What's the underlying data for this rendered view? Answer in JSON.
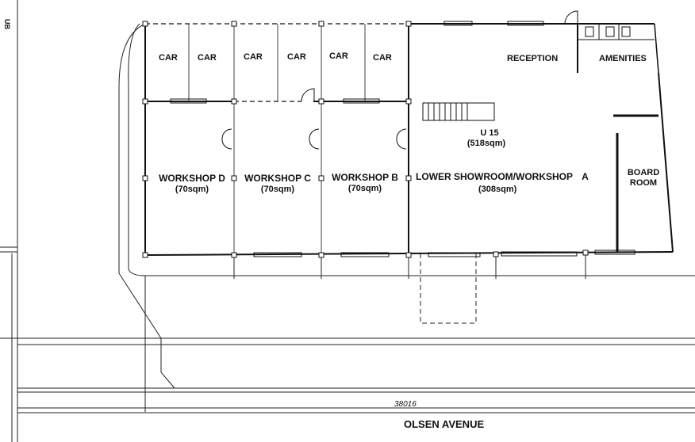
{
  "diagram": {
    "cars": [
      "CAR",
      "CAR",
      "CAR",
      "CAR",
      "CAR",
      "CAR"
    ],
    "reception": "RECEPTION",
    "amenities": "AMENITIES",
    "unit": {
      "name": "U 15",
      "area": "(518sqm)"
    },
    "workshops": [
      {
        "name": "WORKSHOP D",
        "area": "(70sqm)"
      },
      {
        "name": "WORKSHOP C",
        "area": "(70sqm)"
      },
      {
        "name": "WORKSHOP B",
        "area": "(70sqm)"
      }
    ],
    "lower_showroom": {
      "name": "LOWER SHOWROOM/WORKSHOP",
      "suffix": "A",
      "area": "(308sqm)"
    },
    "board_room": {
      "line1": "BOARD",
      "line2": "ROOM"
    },
    "street_name": "OLSEN AVENUE",
    "dimension": "38016",
    "edge_label": "UB"
  }
}
